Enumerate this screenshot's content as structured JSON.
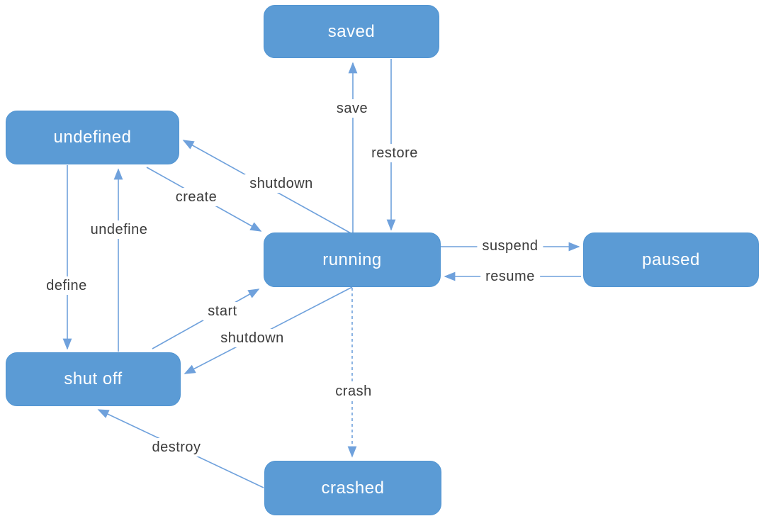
{
  "diagram": {
    "type": "state-transition-diagram",
    "colors": {
      "node_fill": "#5b9bd5",
      "node_text": "#ffffff",
      "arrow": "#6fa1dc",
      "label_text": "#3b3b3b",
      "background": "#ffffff"
    },
    "nodes": {
      "saved": {
        "label": "saved"
      },
      "undefined": {
        "label": "undefined"
      },
      "running": {
        "label": "running"
      },
      "paused": {
        "label": "paused"
      },
      "shutoff": {
        "label": "shut off"
      },
      "crashed": {
        "label": "crashed"
      }
    },
    "edges": {
      "save": {
        "label": "save",
        "from": "running",
        "to": "saved",
        "style": "solid"
      },
      "restore": {
        "label": "restore",
        "from": "saved",
        "to": "running",
        "style": "solid"
      },
      "create": {
        "label": "create",
        "from": "undefined",
        "to": "running",
        "style": "solid"
      },
      "shutdown_to_undefined": {
        "label": "shutdown",
        "from": "running",
        "to": "undefined",
        "style": "solid"
      },
      "suspend": {
        "label": "suspend",
        "from": "running",
        "to": "paused",
        "style": "solid"
      },
      "resume": {
        "label": "resume",
        "from": "paused",
        "to": "running",
        "style": "solid"
      },
      "define": {
        "label": "define",
        "from": "undefined",
        "to": "shutoff",
        "style": "solid"
      },
      "undefine": {
        "label": "undefine",
        "from": "shutoff",
        "to": "undefined",
        "style": "solid"
      },
      "start": {
        "label": "start",
        "from": "shutoff",
        "to": "running",
        "style": "solid"
      },
      "shutdown_to_shutoff": {
        "label": "shutdown",
        "from": "running",
        "to": "shutoff",
        "style": "solid"
      },
      "crash": {
        "label": "crash",
        "from": "running",
        "to": "crashed",
        "style": "dashed"
      },
      "destroy": {
        "label": "destroy",
        "from": "crashed",
        "to": "shutoff",
        "style": "solid"
      }
    }
  }
}
